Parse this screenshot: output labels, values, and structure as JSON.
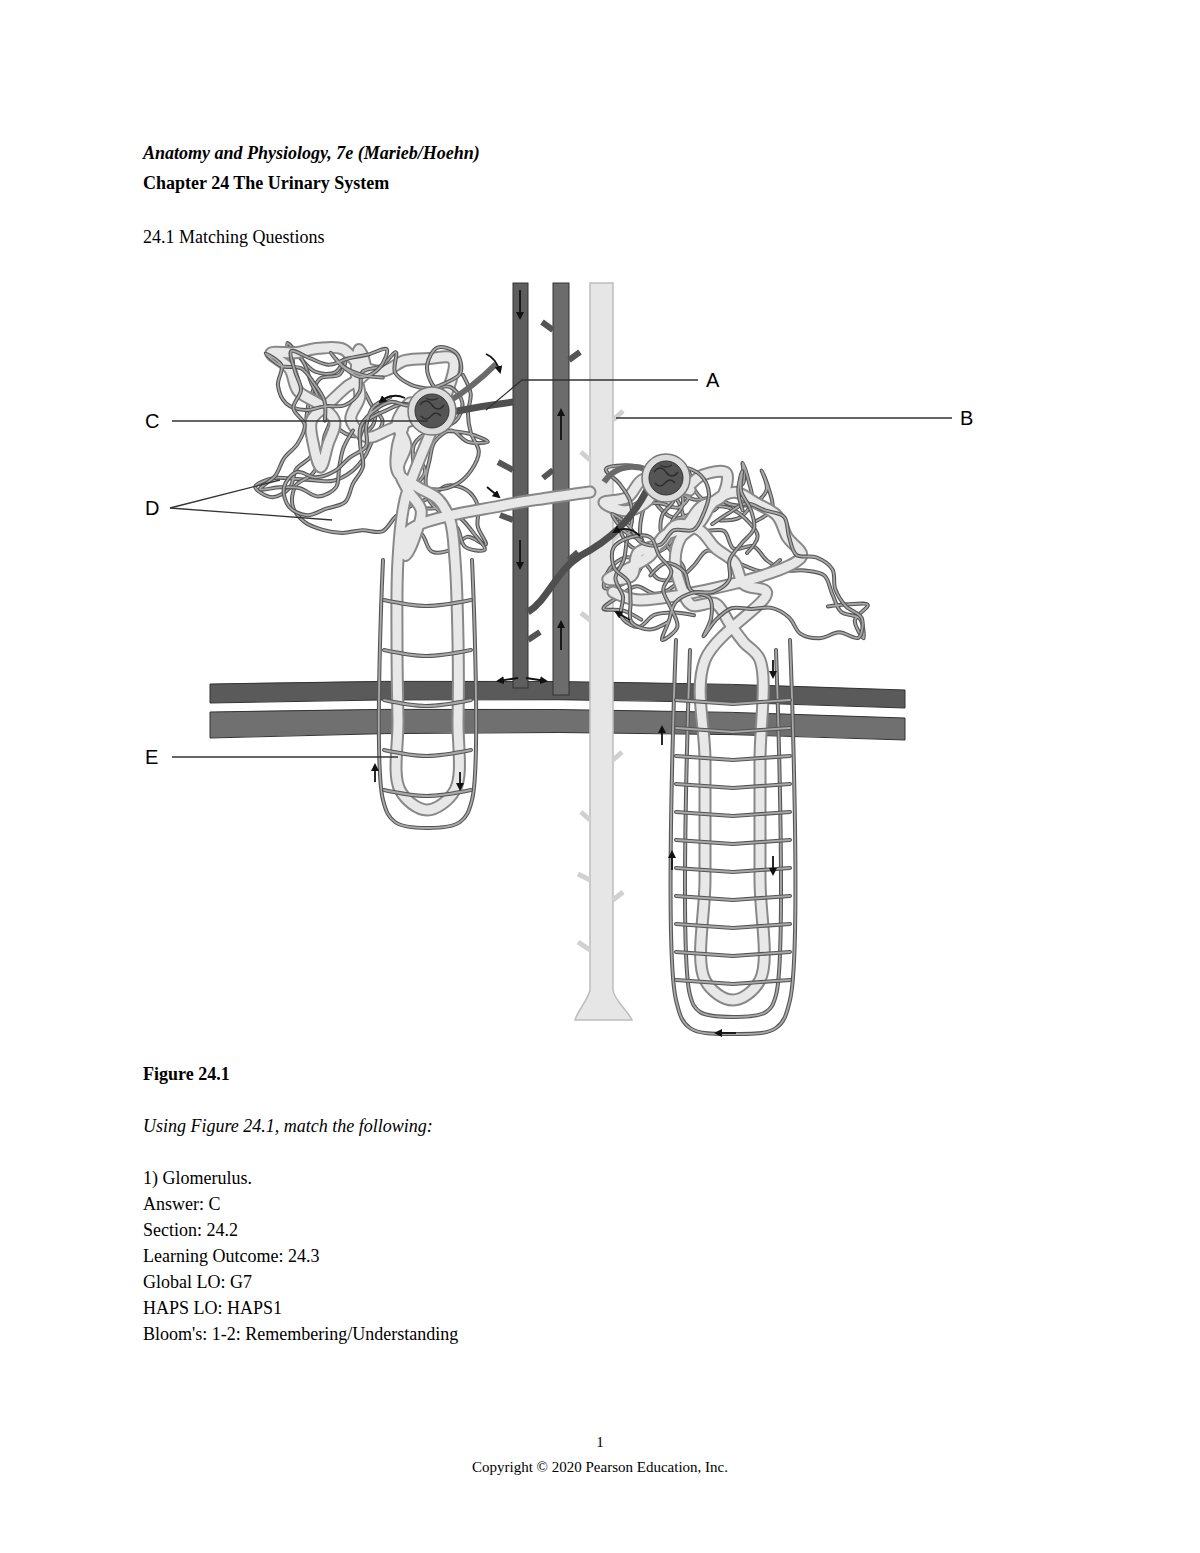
{
  "diagram": {
    "title": "Anatomy and Physiology, 7e (Marieb/Hoehn)",
    "caption": "Figure 24.1",
    "labels": [
      "Chapter 24 The Urinary System",
      "24.1 Matching Questions",
      "A",
      "B",
      "C",
      "D",
      "E",
      "Using Figure 24.1, match the following:",
      "1) Glomerulus.",
      "Answer: C",
      "Section: 24.2",
      "Learning Outcome: 24.3",
      "Global LO: G7",
      "HAPS LO: HAPS1",
      "Bloom's: 1-2: Remembering/Understanding",
      "1",
      "Copyright © 2020 Pearson Education, Inc."
    ]
  }
}
